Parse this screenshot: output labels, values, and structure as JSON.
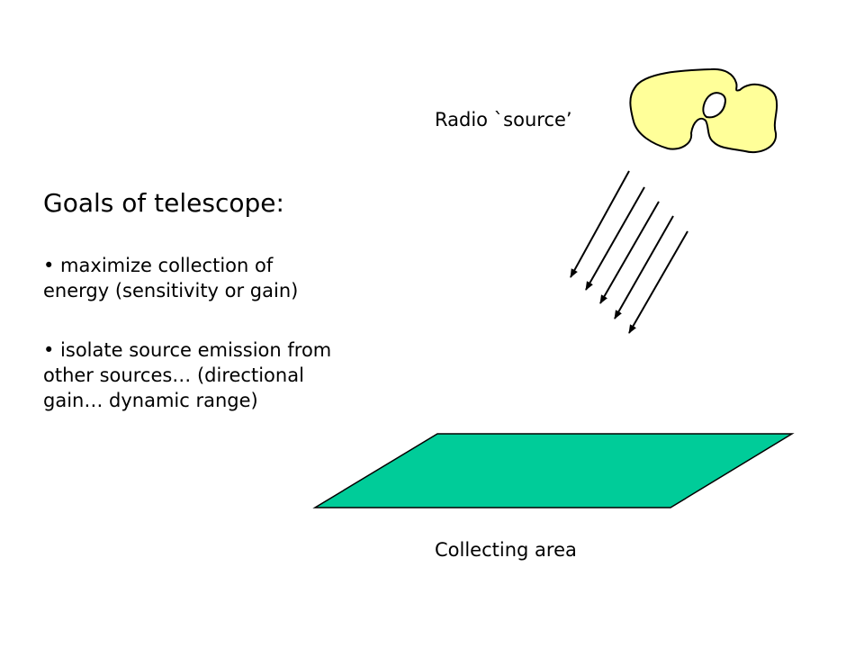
{
  "heading": "Goals of telescope:",
  "bullets": [
    "• maximize collection of energy  (sensitivity or gain)",
    "• isolate source emission from other sources… (directional gain… dynamic range)"
  ],
  "labels": {
    "source": "Radio `source’",
    "area": "Collecting area"
  },
  "colors": {
    "source_fill": "#FFFF99",
    "area_fill": "#00CC99",
    "stroke": "#000000"
  },
  "diagram": {
    "incoming_ray_count": 5
  }
}
